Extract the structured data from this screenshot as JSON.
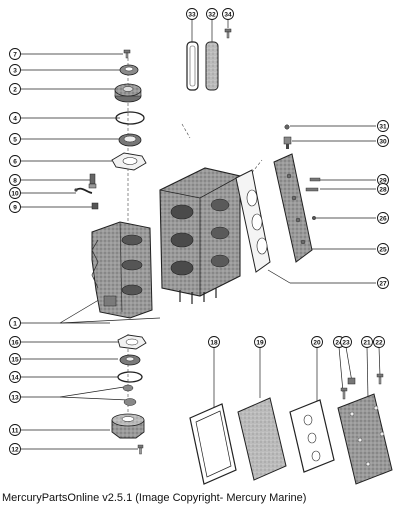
{
  "caption": "MercuryPartsOnline v2.5.1 (Image Copyright- Mercury Marine)",
  "left_callouts": [
    "7",
    "3",
    "2",
    "4",
    "5",
    "6",
    "8",
    "10",
    "9",
    "1",
    "16",
    "15",
    "14",
    "13",
    "11",
    "12"
  ],
  "right_callouts": [
    "31",
    "30",
    "29",
    "28",
    "26",
    "25",
    "27"
  ],
  "top_callouts": [
    "33",
    "32",
    "34"
  ],
  "bottom_callouts": [
    "18",
    "19",
    "20",
    "24",
    "23",
    "21",
    "22"
  ]
}
